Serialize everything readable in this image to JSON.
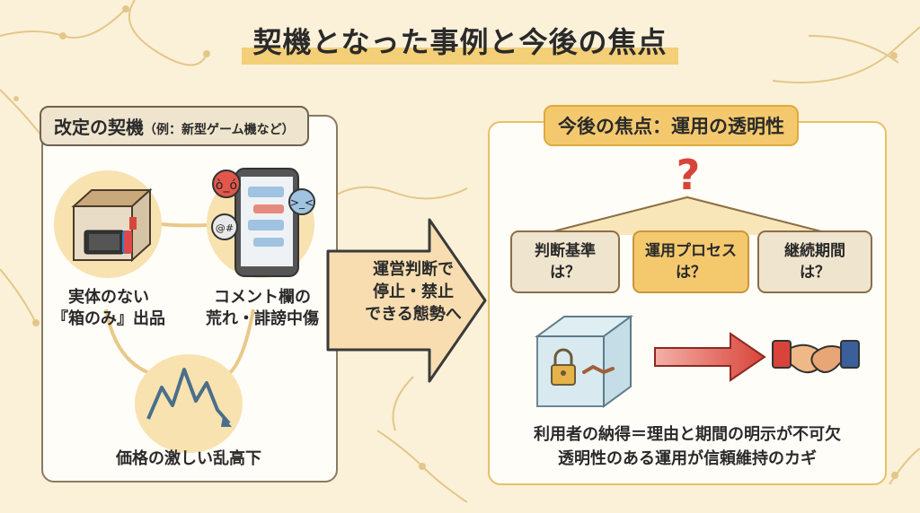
{
  "title": "契機となった事例と今後の焦点",
  "left_panel": {
    "label": "改定の契機",
    "label_note": "（例：新型ゲーム機など）",
    "items": [
      {
        "icon": "cardboard-box-game-console-icon",
        "caption_line1": "実体のない",
        "caption_line2": "『箱のみ』出品"
      },
      {
        "icon": "smartphone-angry-comments-icon",
        "caption_line1": "コメント欄の",
        "caption_line2": "荒れ・誹謗中傷"
      },
      {
        "icon": "volatile-price-chart-icon",
        "caption_line1": "価格の激しい乱高下"
      }
    ]
  },
  "center_arrow": {
    "line1": "運営判断で",
    "line2": "停止・禁止",
    "line3": "できる態勢へ"
  },
  "right_panel": {
    "label": "今後の焦点：運用の透明性",
    "question_mark": "?",
    "questions": [
      {
        "line1": "判断基準",
        "line2": "は？"
      },
      {
        "line1": "運用プロセス",
        "line2": "は？"
      },
      {
        "line1": "継続期間",
        "line2": "は？"
      }
    ],
    "statement_line1": "利用者の納得＝理由と期間の明示が不可欠",
    "statement_line2": "透明性のある運用が信頼維持のカギ"
  },
  "colors": {
    "background": "#fbf1d8",
    "accent_gold": "#f4c96e",
    "arrow_red": "#d9534a",
    "big_arrow_fill": "#f7ddb0",
    "chart_line": "#4a6f8a"
  }
}
